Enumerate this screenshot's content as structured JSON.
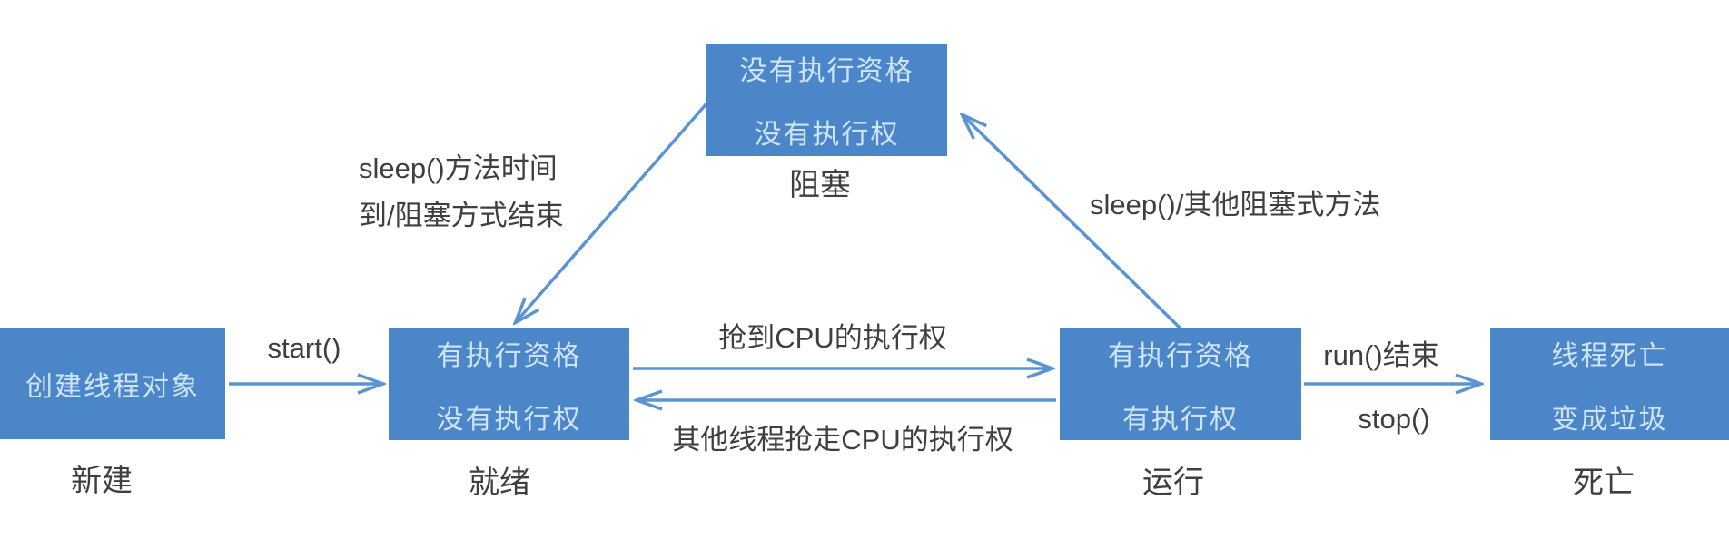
{
  "diagram": {
    "description": "Java thread lifecycle state diagram",
    "colors": {
      "background": "#ffffff",
      "box_fill": "#4b86c8",
      "box_text": "#cfe3f7",
      "arrow": "#5b94d2",
      "label_text": "#3f3f3f"
    },
    "states": {
      "new": {
        "text_lines": [
          "创建线程对象"
        ],
        "label": "新建"
      },
      "ready": {
        "text_lines": [
          "有执行资格",
          "没有执行权"
        ],
        "label": "就绪"
      },
      "blocked": {
        "text_lines": [
          "没有执行资格",
          "没有执行权"
        ],
        "label": "阻塞"
      },
      "running": {
        "text_lines": [
          "有执行资格",
          "有执行权"
        ],
        "label": "运行"
      },
      "dead": {
        "text_lines": [
          "线程死亡",
          "变成垃圾"
        ],
        "label": "死亡"
      }
    },
    "edges": {
      "start": {
        "from": "new",
        "to": "ready",
        "label": "start()"
      },
      "acquire": {
        "from": "ready",
        "to": "running",
        "label": "抢到CPU的执行权"
      },
      "lose": {
        "from": "running",
        "to": "ready",
        "label": "其他线程抢走CPU的执行权"
      },
      "wake": {
        "from": "blocked",
        "to": "ready",
        "label_line1": "sleep()方法时间",
        "label_line2": "到/阻塞方式结束"
      },
      "block": {
        "from": "running",
        "to": "blocked",
        "label": "sleep()/其他阻塞式方法"
      },
      "finish": {
        "from": "running",
        "to": "dead",
        "label_top": "run()结束",
        "label_bottom": "stop()"
      }
    }
  }
}
